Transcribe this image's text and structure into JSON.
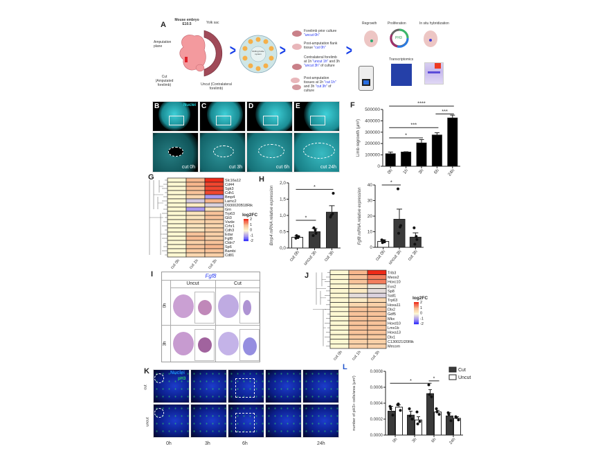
{
  "panel_labels": {
    "A": "A",
    "B": "B",
    "C": "C",
    "D": "D",
    "E": "E",
    "F": "F",
    "G": "G",
    "H": "H",
    "I": "I",
    "J": "J",
    "K": "K",
    "L": "L"
  },
  "panelA": {
    "embryo_title": "Mouse embryo E10.5",
    "yolk_sac": "Yolk sac",
    "amputation_plane": "Amputation plane",
    "cut": "Cut (Amputated forelimb)",
    "uncut": "Uncut (Contralateral forelimb)",
    "culture_system": "Rolling bottle system",
    "step1": "Forelimb prior culture ",
    "step1_tag": "\"uncut 0h\"",
    "step2": "Post-amputation flank tissue ",
    "step2_tag": "\"cut 0h\"",
    "step3": "Contralateral forelimb at 1h ",
    "step3_tag": "\"uncut 1h\"",
    "step3_mid": " and 3h ",
    "step3_tag2": "\"uncut 3h\"",
    "step3_end": " of culture",
    "step4": "Post-amputation tissues at 1h ",
    "step4_tag": "\"cut 1h\"",
    "step4_mid": " and 3h ",
    "step4_tag2": "\"cut 3h\"",
    "step4_end": " of culture",
    "regrowth": "Regrowth",
    "proliferation": "Proliferation",
    "ph3": "PH3",
    "ish": "In situ hybridization",
    "transcriptomics": "Transcriptomics"
  },
  "microscopy": {
    "nuclei": "Nuclei",
    "panels": [
      {
        "label": "cut 0h"
      },
      {
        "label": "cut 3h"
      },
      {
        "label": "cut 6h"
      },
      {
        "label": "cut 24h"
      }
    ]
  },
  "panelI": {
    "title": "Fgf8",
    "columns": [
      "Uncut",
      "Cut"
    ],
    "rows": [
      "0h",
      "3h"
    ]
  },
  "panelK": {
    "nuclei": "Nuclei",
    "ph3": "pH3",
    "rows": [
      "cut",
      "uncut"
    ],
    "columns": [
      "0h",
      "3h",
      "6h",
      "24h"
    ]
  },
  "colors": {
    "neg2": "#1a1aff",
    "neg1": "#a999ee",
    "zero": "#fdf8d2",
    "pos1": "#f7b68c",
    "pos2": "#ee2a18",
    "bar_dark": "#3a3a3a",
    "bar_black": "#000000"
  },
  "chart_data": [
    {
      "id": "F",
      "type": "bar",
      "title": "",
      "ylabel": "Limb regrowth (µm²)",
      "xlabel": "",
      "categories": [
        "0h",
        "1h",
        "3h",
        "6h",
        "24h"
      ],
      "values": [
        110000,
        125000,
        205000,
        275000,
        425000
      ],
      "errors": [
        15000,
        3000,
        30000,
        20000,
        25000
      ],
      "ylim": [
        0,
        500000
      ],
      "yticks": [
        0,
        100000,
        200000,
        300000,
        400000,
        500000
      ],
      "ytick_labels": [
        "0",
        "100000",
        "200000",
        "300000",
        "400000",
        "500000"
      ],
      "significance": [
        {
          "from": 0,
          "to": 2,
          "label": "*",
          "y": 250000
        },
        {
          "from": 0,
          "to": 3,
          "label": "***",
          "y": 340000
        },
        {
          "from": 3,
          "to": 4,
          "label": "***",
          "y": 460000
        },
        {
          "from": 0,
          "to": 4,
          "label": "****",
          "y": 530000
        }
      ]
    },
    {
      "id": "H1",
      "type": "bar",
      "ylabel": "Bmp4 mRNA relative expression",
      "categories": [
        "cut 0h",
        "uncut 3h",
        "cut 3h"
      ],
      "values": [
        0.33,
        0.5,
        1.1
      ],
      "errors": [
        0.04,
        0.1,
        0.2
      ],
      "fills": [
        "white",
        "dark",
        "dark"
      ],
      "points": [
        [
          0.3,
          0.35,
          0.38,
          0.32
        ],
        [
          0.38,
          0.45,
          0.62,
          0.55
        ],
        [
          0.95,
          1.68,
          1.0,
          1.05
        ]
      ],
      "ylim": [
        0,
        2.0
      ],
      "yticks": [
        0,
        0.5,
        1.0,
        1.5,
        2.0
      ],
      "ytick_labels": [
        "0,0",
        "0.5",
        "1,0",
        "1,5",
        "2,0"
      ],
      "significance": [
        {
          "from": 0,
          "to": 1,
          "label": "*",
          "y": 0.85
        },
        {
          "from": 0,
          "to": 2,
          "label": "*",
          "y": 1.8
        }
      ]
    },
    {
      "id": "H2",
      "type": "bar",
      "ylabel": "Fgf8 mRNA relative expression",
      "categories": [
        "cut 0h",
        "uncut 3h",
        "cut 3h"
      ],
      "values": [
        3.8,
        18,
        6.5
      ],
      "errors": [
        1,
        6.5,
        2.8
      ],
      "fills": [
        "white",
        "dark",
        "dark"
      ],
      "points": [
        [
          4.8,
          3.5,
          3.0,
          4.2
        ],
        [
          37.5,
          14,
          9,
          13
        ],
        [
          12.5,
          5,
          2,
          7
        ]
      ],
      "ylim": [
        0,
        40
      ],
      "yticks": [
        0,
        10,
        20,
        30,
        40
      ],
      "ytick_labels": [
        "0",
        "10",
        "20",
        "30",
        "40"
      ],
      "significance": [
        {
          "from": 0,
          "to": 1,
          "label": "*",
          "y": 40
        }
      ]
    },
    {
      "id": "L",
      "type": "bar",
      "ylabel": "number of pH3+ cells/area (µm²)",
      "categories": [
        "0h",
        "3h",
        "6h",
        "24h"
      ],
      "series": [
        {
          "name": "Cut",
          "values": [
            0.0003,
            0.00025,
            0.00052,
            0.00024
          ],
          "errors": [
            6e-05,
            5e-05,
            5e-05,
            4e-05
          ],
          "points": [
            [
              0.00036,
              0.00025,
              0.00033
            ],
            [
              0.00033,
              0.0002,
              0.00024
            ],
            [
              0.00063,
              0.00048,
              0.00051
            ],
            [
              0.00028,
              0.00018,
              0.00026
            ]
          ]
        },
        {
          "name": "Uncut",
          "values": [
            0.00035,
            0.00019,
            0.00029,
            0.00021
          ],
          "errors": [
            3e-05,
            4e-05,
            2e-05,
            2e-05
          ],
          "points": [
            [
              0.00038,
              0.00031,
              0.00039
            ],
            [
              0.00029,
              0.00017,
              0.00014
            ],
            [
              0.00033,
              0.00026,
              0.00029
            ],
            [
              0.00023,
              0.00019,
              0.00022
            ]
          ]
        }
      ],
      "legend": [
        "Cut",
        "Uncut"
      ],
      "legend_position": "top-right",
      "ylim": [
        0,
        0.0008
      ],
      "yticks": [
        0,
        0.0002,
        0.0004,
        0.0006,
        0.0008
      ],
      "ytick_labels": [
        "0.0000",
        "0.0002",
        "0.0004",
        "0.0006",
        "0.0008"
      ],
      "significance": [
        {
          "from": 0,
          "to": 2,
          "label": "*",
          "y": 0.00065,
          "series_from": 0,
          "series_to": 0
        },
        {
          "from": 2,
          "to": 2,
          "label": "*",
          "y": 0.00068,
          "series_from": 0,
          "series_to": 1
        }
      ]
    },
    {
      "id": "G",
      "type": "heatmap",
      "legend_title": "log2FC",
      "legend_ticks": [
        "2",
        "1",
        "0",
        "-1",
        "-2"
      ],
      "columns": [
        "cut 0h",
        "cut 1h",
        "cut 3h"
      ],
      "rows": [
        "Slc16a12",
        "Cd44",
        "Sgk3",
        "Cdh1",
        "Bmp4",
        "Lamc2",
        "D930020B18Rik",
        "Grn",
        "Trp63",
        "Gli3",
        "Vwde",
        "Crhr1",
        "Cdh3",
        "Edar",
        "Fgf8",
        "Cldn7",
        "Sp6",
        "Bambi",
        "Cd81"
      ],
      "values": [
        [
          0,
          1.0,
          2.0
        ],
        [
          0,
          1.0,
          1.8
        ],
        [
          0,
          0.9,
          1.8
        ],
        [
          0,
          0.8,
          1.8
        ],
        [
          0,
          0.5,
          -1.0
        ],
        [
          0,
          -0.5,
          1.0
        ],
        [
          0,
          0.2,
          -0.4
        ],
        [
          0,
          -1.0,
          0.3
        ],
        [
          0,
          0.3,
          0.8
        ],
        [
          0,
          0.3,
          0.8
        ],
        [
          0,
          0.5,
          0.6
        ],
        [
          0,
          0.3,
          0.5
        ],
        [
          0,
          0.3,
          0.6
        ],
        [
          0,
          0.8,
          0.6
        ],
        [
          0,
          0.9,
          0.6
        ],
        [
          0,
          0.6,
          0.8
        ],
        [
          0,
          0.8,
          1.0
        ],
        [
          0,
          0.7,
          0.8
        ],
        [
          0,
          0.5,
          0.6
        ]
      ],
      "range": [
        -2,
        2
      ]
    },
    {
      "id": "J",
      "type": "heatmap",
      "legend_title": "log2FC",
      "legend_ticks": [
        "2",
        "1",
        "0",
        "-1",
        "-2"
      ],
      "columns": [
        "cut 0h",
        "cut 1h",
        "cut 3h"
      ],
      "rows": [
        "Trib3",
        "Meox2",
        "Hoxc10",
        "Evx2",
        "Sp8",
        "Sall1",
        "Trp63",
        "Hoxa11",
        "Dlx2",
        "Gdf5",
        "Mkx",
        "Hoxd10",
        "Lmx1b",
        "Hoxa13",
        "Dlx1",
        "C130021I20Rik",
        "Mecom"
      ],
      "values": [
        [
          0,
          1.0,
          2.0
        ],
        [
          0,
          0.8,
          1.4
        ],
        [
          0,
          0.8,
          1.4
        ],
        [
          0,
          0.3,
          -0.2
        ],
        [
          0,
          0.2,
          -0.3
        ],
        [
          0,
          -0.3,
          -0.4
        ],
        [
          0,
          0.2,
          0.5
        ],
        [
          0,
          0.5,
          0.6
        ],
        [
          0,
          0.8,
          0.8
        ],
        [
          0,
          0.8,
          0.8
        ],
        [
          0,
          0.8,
          0.8
        ],
        [
          0,
          0.8,
          0.8
        ],
        [
          0,
          0.8,
          0.8
        ],
        [
          0,
          0.8,
          0.8
        ],
        [
          0,
          0.7,
          0.7
        ],
        [
          0,
          0.6,
          0.6
        ],
        [
          0,
          0.6,
          0.6
        ]
      ],
      "range": [
        -2,
        2
      ]
    }
  ]
}
